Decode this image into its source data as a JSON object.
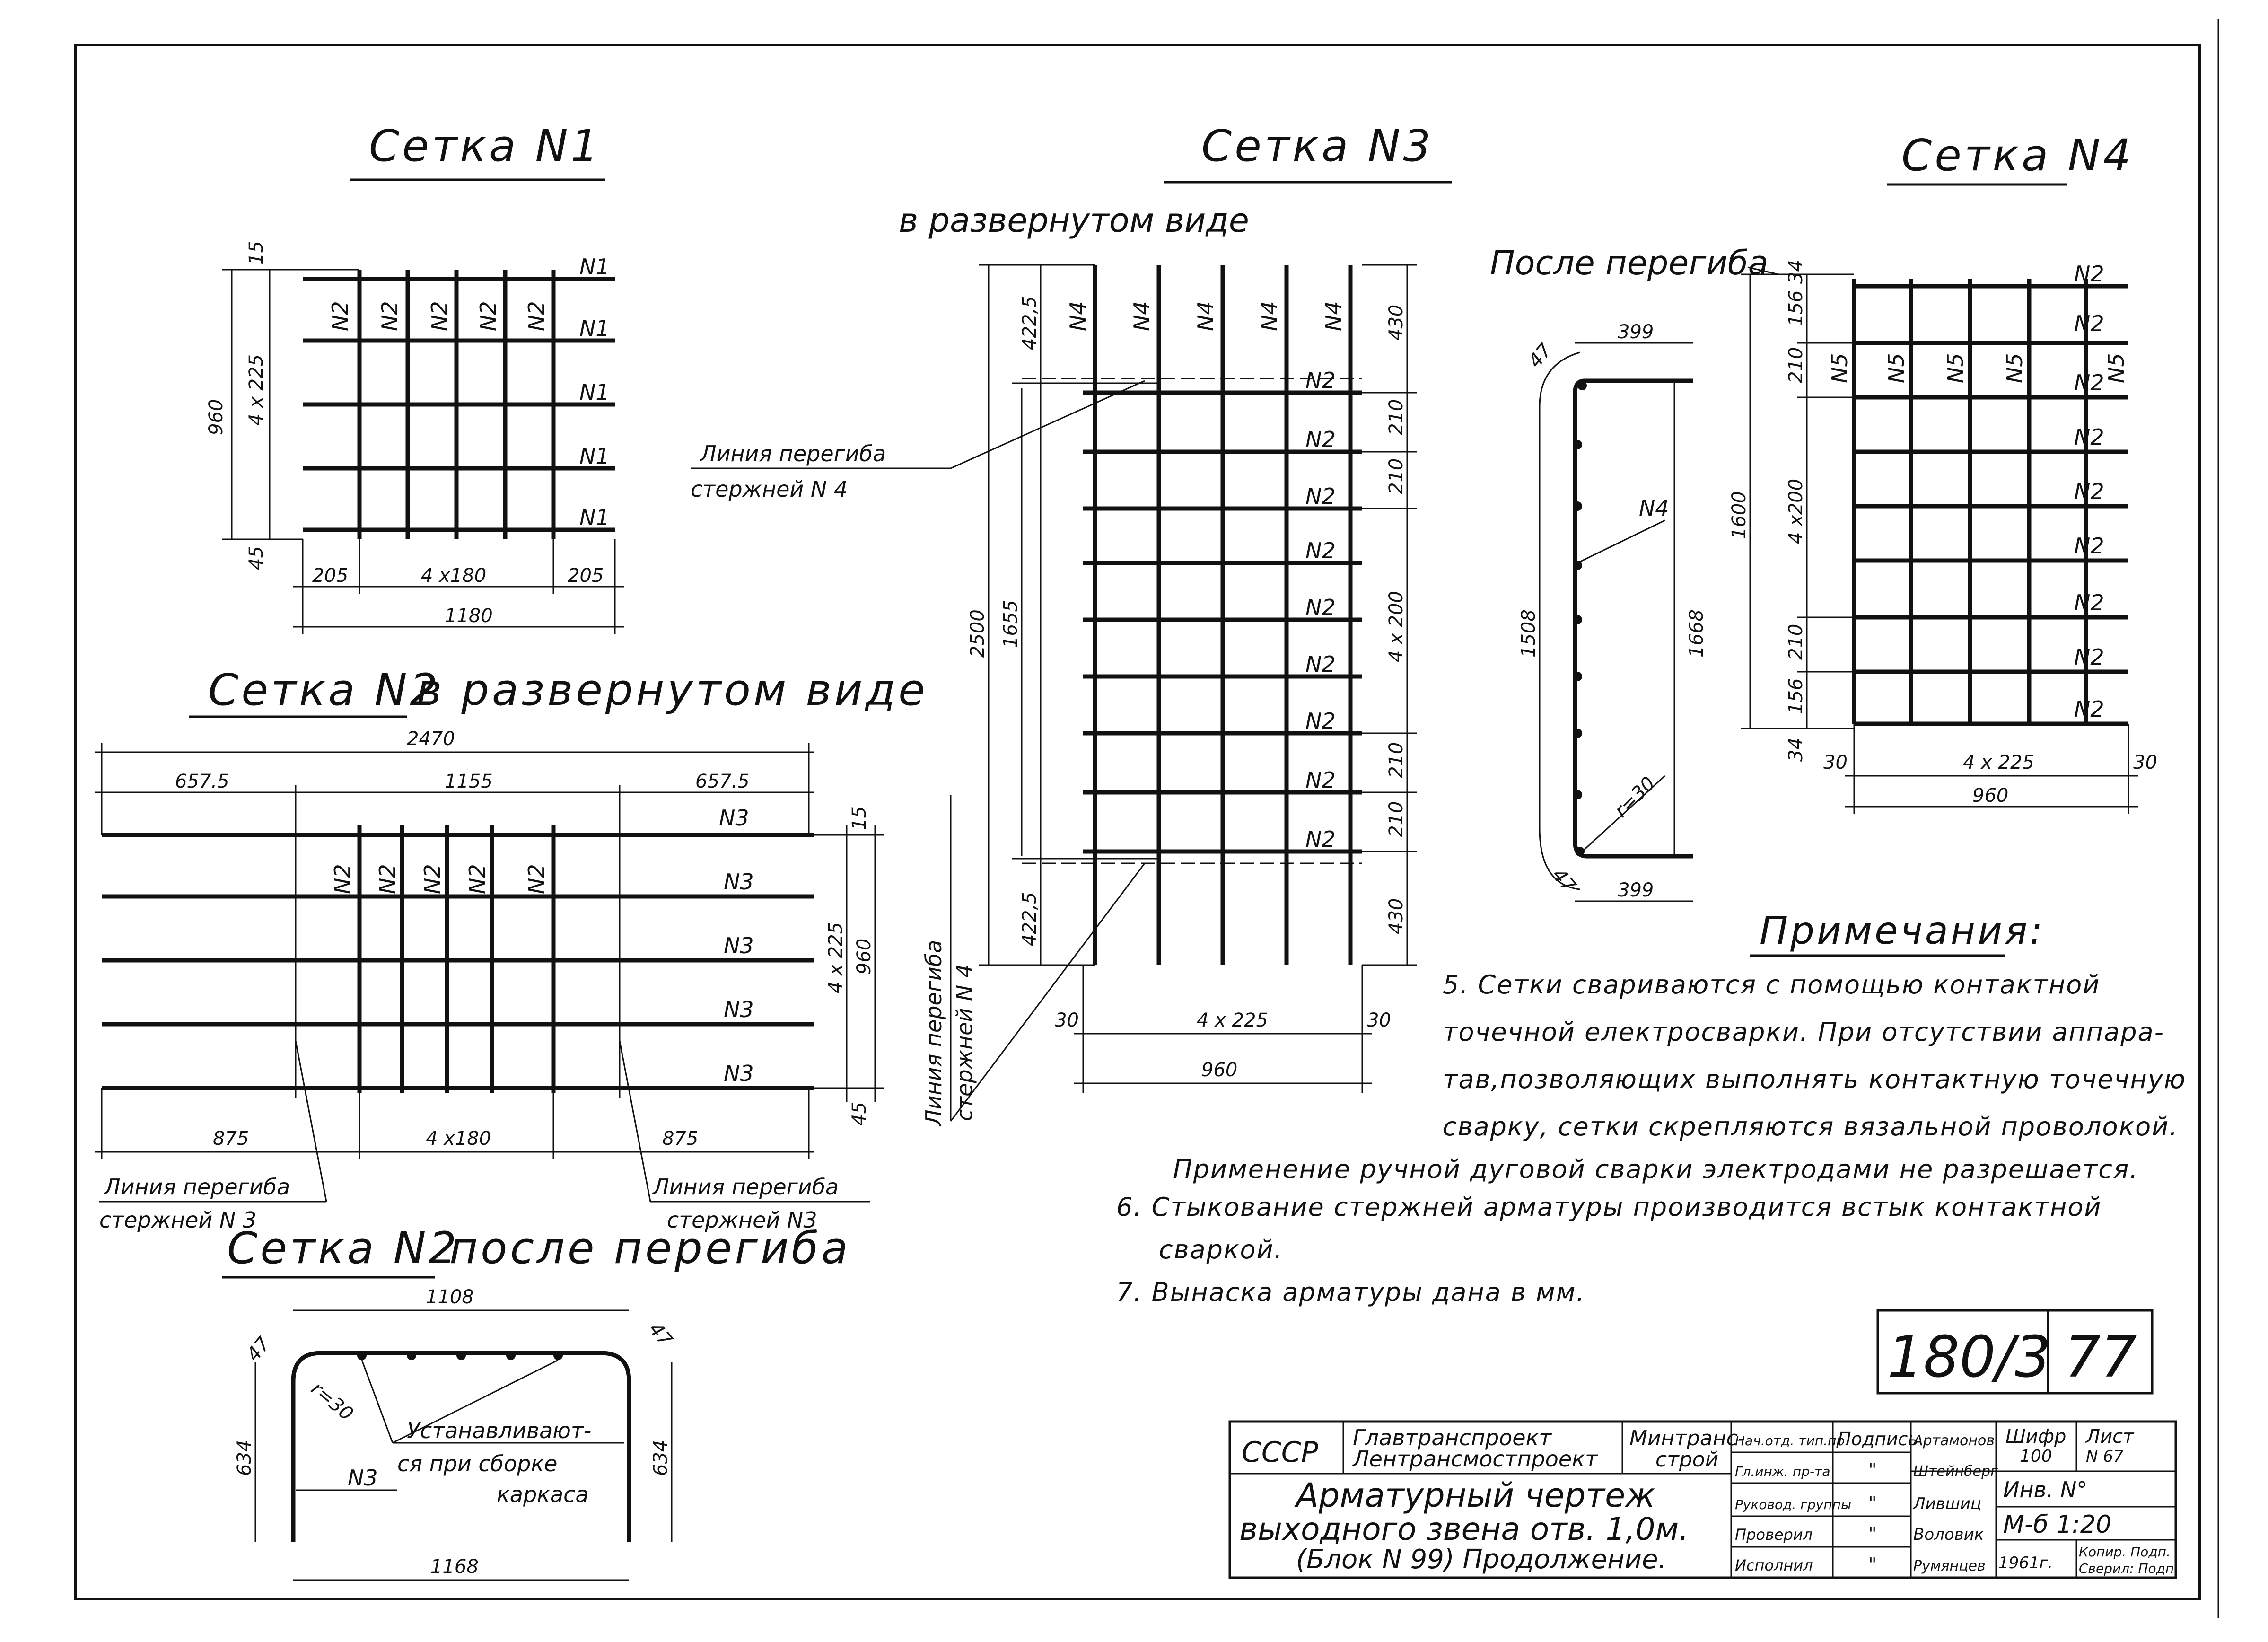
{
  "titles": {
    "grid1": "Сетка N1",
    "grid2_flat": "Сетка N2",
    "grid2_flat_suffix": "в развернутом виде",
    "grid3": "Сетка N3",
    "grid3_sub": "в развернутом виде",
    "grid4": "Сетка N4",
    "grid2_bent": "Сетка N2",
    "grid2_bent_suffix": "после перегиба",
    "after_bend": "После перегиба"
  },
  "bar_labels": {
    "n1": "N1",
    "n2": "N2",
    "n3": "N3",
    "n4": "N4",
    "n5": "N5"
  },
  "grid1_dims": {
    "top": "15",
    "bottom": "45",
    "height": "960",
    "rows": "4 х 225",
    "left": "205",
    "middle": "4 х180",
    "right": "205",
    "total": "1180"
  },
  "grid2_dims": {
    "total": "2470",
    "left_top": "657.5",
    "middle_top": "1155",
    "right_top": "657.5",
    "left_bot": "875",
    "middle_bot": "4 х180",
    "right_bot": "875",
    "top": "15",
    "bottom": "45",
    "height": "960",
    "rows": "4 х 225"
  },
  "grid3_dims": {
    "top_left": "422,5",
    "bottom_left": "422,5",
    "total": "2500",
    "inner": "1655",
    "r1": "430",
    "r2": "210",
    "r3": "210",
    "r4": "4 х 200",
    "r5": "210",
    "r6": "210",
    "r7": "430",
    "left": "30",
    "middle": "4 х 225",
    "right": "30",
    "width": "960"
  },
  "grid4_dims": {
    "top": "156",
    "top_small": "34",
    "r1": "210",
    "mid": "4 х200",
    "r2": "210",
    "bottom": "156",
    "bottom_small": "34",
    "height": "1600",
    "left": "30",
    "middle": "4 х 225",
    "right": "30",
    "width": "960"
  },
  "bent3_dims": {
    "top": "399",
    "bottom": "399",
    "radius_top": "47",
    "radius_bottom": "47",
    "left": "1508",
    "right": "1668",
    "r": "r=30",
    "bar": "N4"
  },
  "bent2_dims": {
    "top": "1108",
    "bottom": "1168",
    "left": "634",
    "right": "634",
    "radius_left": "47",
    "radius_right": "47",
    "r": "r=30",
    "bar": "N3"
  },
  "callouts": {
    "bend_n4_a_1": "Линия перегиба",
    "bend_n4_a_2": "стержней N 4",
    "bend_n4_b_1": "Линия перегиба",
    "bend_n4_b_2": "стержней N 4",
    "bend_n3_left_1": "Линия перегиба",
    "bend_n3_left_2": "стержней N 3",
    "bend_n3_right_1": "Линия перегиба",
    "bend_n3_right_2": "стержней N3",
    "assembly_1": "Устанавливают-",
    "assembly_2": "ся при сборке",
    "assembly_3": "каркаса"
  },
  "notes": {
    "heading": "Примечания:",
    "n5_1": "5. Сетки свариваются с помощью контактной",
    "n5_2": "точечной електросварки. При отсутствии аппара-",
    "n5_3": "тав,позволяющих выполнять контактную точечную",
    "n5_4": "сварку, сетки скрепляются вязальной проволокой.",
    "n5_5": "Применение ручной дуговой сварки электродами не разрешается.",
    "n6_1": "6.  Стыкование стержней арматуры производится встык контактной",
    "n6_2": "сваркой.",
    "n7": "7. Вынаска арматуры дана в мм."
  },
  "sheet_box": {
    "code": "180/3",
    "num": "77"
  },
  "title_block": {
    "country": "СССР",
    "org_1": "Главтранспроект",
    "org_2": "Лентрансмостпроект",
    "ministry_1": "Минтранс-",
    "ministry_2": "строй",
    "drawing_1": "Арматурный чертеж",
    "drawing_2": "выходного звена отв. 1,0м.",
    "drawing_3": "(Блок N 99) Продолжение.",
    "roles": [
      "Нач.отд. тип.пр.",
      "Гл.инж. пр-та",
      "Руковод. группы",
      "Проверил",
      "Исполнил"
    ],
    "sign_header": "Подпись",
    "signs": [
      "\"",
      "\"",
      "\"",
      "\""
    ],
    "names": [
      "Артамонов",
      "Штейнберг",
      "Лившиц",
      "Воловик",
      "Румянцев"
    ],
    "cipher_label": "Шифр",
    "cipher": "100",
    "sheet_label": "Лист",
    "sheet": "N 67",
    "inv": "Инв. N°",
    "scale": "М-б 1:20",
    "year": "1961г.",
    "copy": "Копир. Подп.",
    "check": "Сверил: Подп."
  }
}
